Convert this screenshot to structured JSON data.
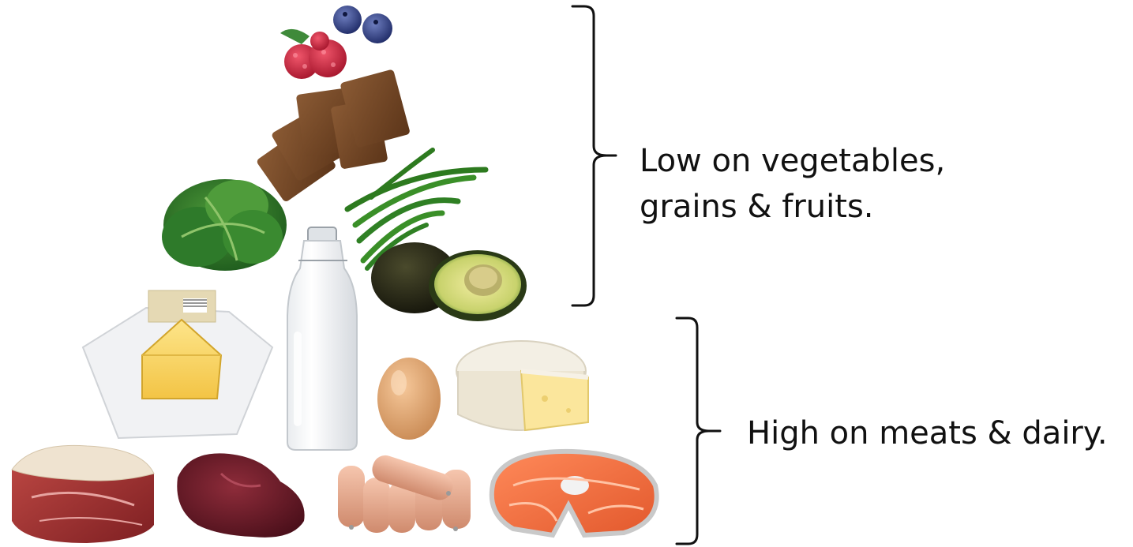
{
  "groups": {
    "top": {
      "label_line1": "Low on vegetables,",
      "label_line2": "grains & fruits."
    },
    "bottom": {
      "label": "High on meats & dairy."
    }
  },
  "foods": {
    "top_group": [
      "blueberries",
      "raspberries",
      "crispbread",
      "green beans",
      "lettuce",
      "avocado"
    ],
    "bottom_group": [
      "butter",
      "milk bottle",
      "egg",
      "brie cheese",
      "beef",
      "liver",
      "sausages",
      "salmon steak"
    ]
  },
  "colors": {
    "text": "#111111",
    "bracket": "#111111",
    "background": "#ffffff"
  }
}
